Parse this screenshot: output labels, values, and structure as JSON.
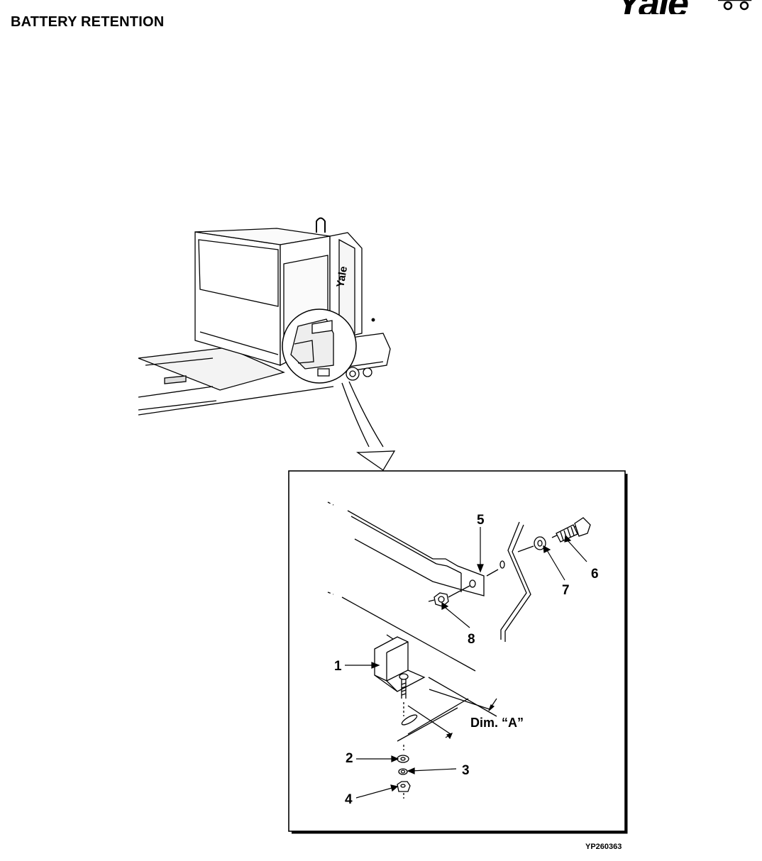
{
  "header": {
    "title": "BATTERY RETENTION"
  },
  "logo": {
    "brand": "Yale"
  },
  "truck": {
    "side_brand": "Yale"
  },
  "detail": {
    "callouts": [
      "1",
      "2",
      "3",
      "4",
      "5",
      "6",
      "7",
      "8"
    ],
    "dimension_label": "Dim. “A”"
  },
  "figure": {
    "number": "YP260363"
  }
}
